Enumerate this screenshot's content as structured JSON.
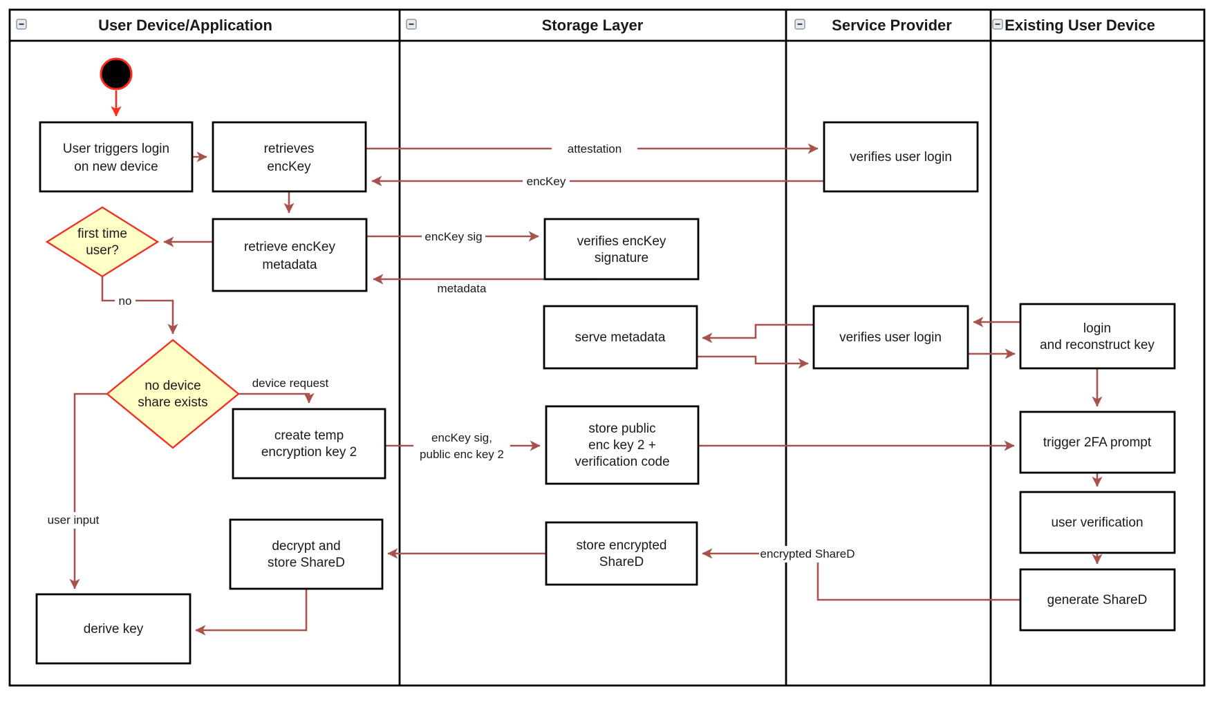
{
  "lanes": [
    {
      "label": "User Device/Application"
    },
    {
      "label": "Storage Layer"
    },
    {
      "label": "Service Provider"
    },
    {
      "label": "Existing User Device"
    }
  ],
  "nodes": {
    "user_triggers_login": [
      "User triggers login",
      "on new device"
    ],
    "retrieves_enckey": [
      "retrieves",
      "encKey"
    ],
    "verifies_user_login_top": [
      "verifies user login"
    ],
    "retrieve_enckey_metadata": [
      "retrieve encKey",
      "metadata"
    ],
    "verifies_enckey_signature": [
      "verifies encKey",
      "signature"
    ],
    "serve_metadata": [
      "serve metadata"
    ],
    "verifies_user_login_mid": [
      "verifies user login"
    ],
    "login_and_reconstruct_key": [
      "login",
      "and reconstruct key"
    ],
    "create_temp_encryption_key_2": [
      "create temp",
      "encryption key 2"
    ],
    "store_public_enc_key_2": [
      "store public",
      "enc key 2 +",
      "verification code"
    ],
    "trigger_2fa_prompt": [
      "trigger 2FA prompt"
    ],
    "user_verification": [
      "user verification"
    ],
    "decrypt_and_store_shared": [
      "decrypt and",
      "store ShareD"
    ],
    "store_encrypted_shared": [
      "store encrypted",
      "ShareD"
    ],
    "generate_shared": [
      "generate ShareD"
    ],
    "derive_key": [
      "derive key"
    ]
  },
  "decisions": {
    "first_time_user": [
      "first time",
      "user?"
    ],
    "no_device_share_exists": [
      "no device",
      "share exists"
    ]
  },
  "edge_labels": {
    "attestation": "attestation",
    "enckey": "encKey",
    "enckey_sig": "encKey sig",
    "metadata": "metadata",
    "no": "no",
    "device_request": "device request",
    "enckey_sig_public": [
      "encKey sig,",
      "public enc key 2"
    ],
    "user_input": "user input",
    "encrypted_shared": "encrypted ShareD"
  },
  "colors": {
    "arrow": "#A5534C",
    "start": "#FF2B1A",
    "decision_border": "#EE3124",
    "decision_fill": "#FFFFC6",
    "box_border": "#000000"
  }
}
